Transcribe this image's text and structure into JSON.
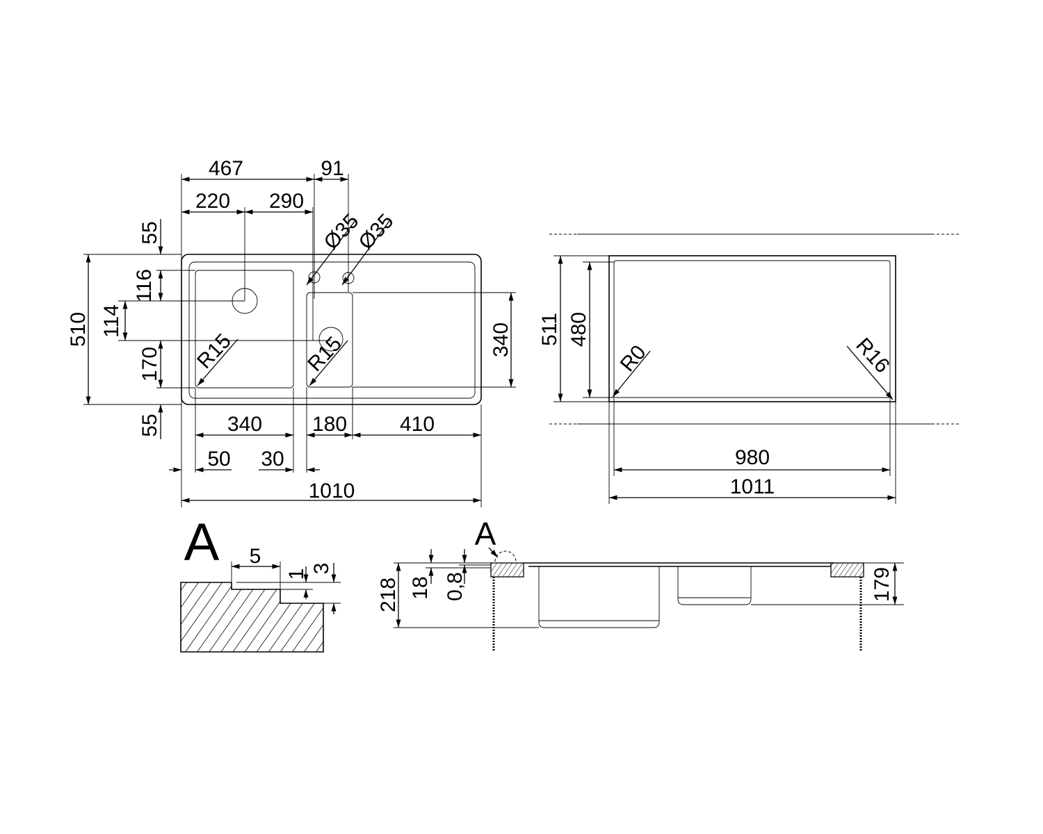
{
  "plan_view": {
    "dims": {
      "overall_width": "1010",
      "bowl_left_to_tap": "467",
      "tap_spacing": "91",
      "drain_left_offset": "220",
      "drain_spacing": "290",
      "overall_depth": "510",
      "top_margin": "55",
      "drain_top_offset": "116",
      "drain_vertical_offset": "114",
      "drain_bottom_offset": "170",
      "bottom_margin": "55",
      "small_bowl_depth": "340",
      "left_bowl_width": "340",
      "small_bowl_width": "180",
      "drainer_width": "410",
      "left_edge_offset": "50",
      "bowl_gap": "30",
      "radius_left": "R15",
      "radius_small": "R15",
      "tap_hole_1": "Ø35",
      "tap_hole_2": "Ø35"
    }
  },
  "cutout_view": {
    "dims": {
      "outer_depth": "511",
      "inner_depth": "480",
      "inner_width": "980",
      "outer_width": "1011",
      "radius_left": "R0",
      "radius_right": "R16"
    }
  },
  "detail_a": {
    "label": "A",
    "dims": {
      "step_width": "5",
      "step_1": "1",
      "step_3": "3"
    }
  },
  "section_view": {
    "label": "A",
    "dims": {
      "total_depth": "218",
      "top_thickness": "18",
      "sheet_thickness": "0,8",
      "small_bowl_depth": "179"
    }
  }
}
